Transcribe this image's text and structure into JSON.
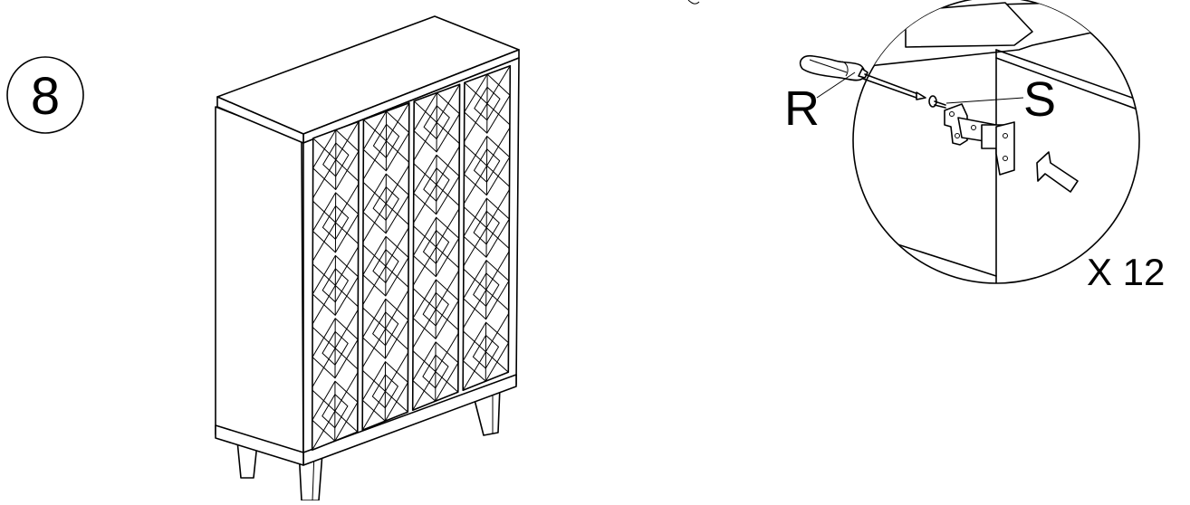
{
  "step": {
    "number": "8"
  },
  "labels": {
    "tool": "R",
    "part": "S",
    "quantity": "X 12"
  },
  "door_pattern": {
    "columns": 4,
    "rows": 5
  },
  "icons": [
    "screwdriver-icon",
    "screw-icon",
    "hinge-icon",
    "direction-arrow-icon"
  ],
  "colors": {
    "line": "#000000",
    "background": "#ffffff"
  }
}
